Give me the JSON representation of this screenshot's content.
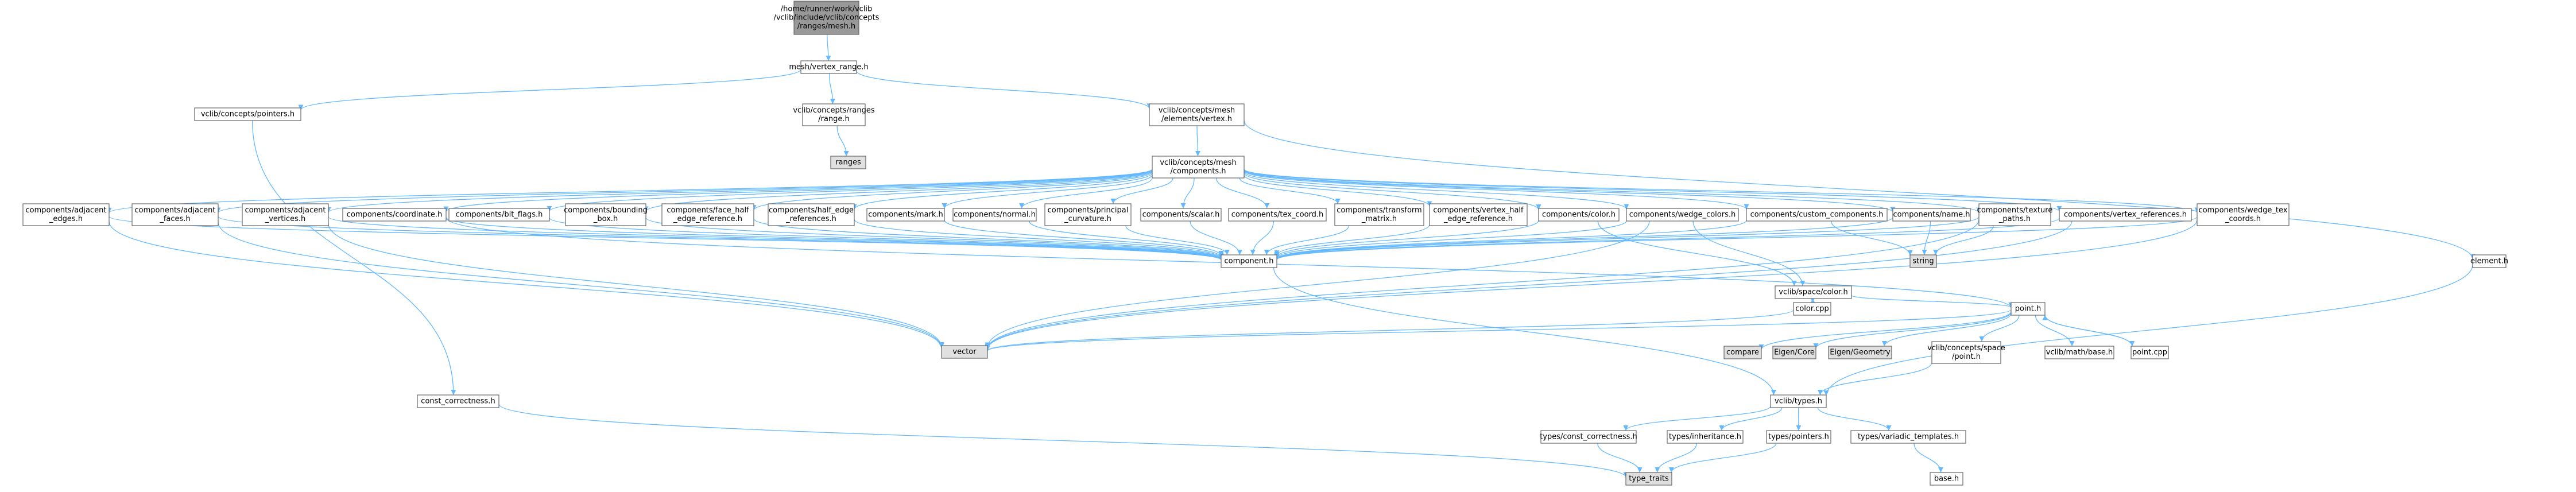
{
  "colors": {
    "edge": "#63b8ff",
    "node_fill": "#ffffff",
    "root_fill": "#999999",
    "system_fill": "#e0e0e0",
    "border_default": "#666666",
    "border_truncated": "#ff0000"
  },
  "nodes": [
    {
      "id": "root",
      "lines": [
        "/home/runner/work/vclib",
        "/vclib/include/vclib/concepts",
        "/ranges/mesh.h"
      ],
      "kind": "root"
    },
    {
      "id": "vertex_range",
      "lines": [
        "mesh/vertex_range.h"
      ],
      "kind": "normal"
    },
    {
      "id": "pointers",
      "lines": [
        "vclib/concepts/pointers.h"
      ],
      "kind": "normal"
    },
    {
      "id": "ranges_range",
      "lines": [
        "vclib/concepts/ranges",
        "/range.h"
      ],
      "kind": "normal"
    },
    {
      "id": "mesh_vertex",
      "lines": [
        "vclib/concepts/mesh",
        "/elements/vertex.h"
      ],
      "kind": "normal"
    },
    {
      "id": "ranges",
      "lines": [
        "ranges"
      ],
      "kind": "system"
    },
    {
      "id": "mesh_components",
      "lines": [
        "vclib/concepts/mesh",
        "/components.h"
      ],
      "kind": "normal"
    },
    {
      "id": "adj_edges",
      "lines": [
        "components/adjacent",
        "_edges.h"
      ],
      "kind": "normal"
    },
    {
      "id": "adj_faces",
      "lines": [
        "components/adjacent",
        "_faces.h"
      ],
      "kind": "normal"
    },
    {
      "id": "adj_vertices",
      "lines": [
        "components/adjacent",
        "_vertices.h"
      ],
      "kind": "normal"
    },
    {
      "id": "coordinate",
      "lines": [
        "components/coordinate.h"
      ],
      "kind": "normal"
    },
    {
      "id": "bit_flags",
      "lines": [
        "components/bit_flags.h"
      ],
      "kind": "normal"
    },
    {
      "id": "bounding_box",
      "lines": [
        "components/bounding",
        "_box.h"
      ],
      "kind": "normal"
    },
    {
      "id": "face_half",
      "lines": [
        "components/face_half",
        "_edge_reference.h"
      ],
      "kind": "normal"
    },
    {
      "id": "half_edge",
      "lines": [
        "components/half_edge",
        "_references.h"
      ],
      "kind": "normal"
    },
    {
      "id": "mark",
      "lines": [
        "components/mark.h"
      ],
      "kind": "normal"
    },
    {
      "id": "normal",
      "lines": [
        "components/normal.h"
      ],
      "kind": "normal"
    },
    {
      "id": "principal",
      "lines": [
        "components/principal",
        "_curvature.h"
      ],
      "kind": "normal"
    },
    {
      "id": "scalar",
      "lines": [
        "components/scalar.h"
      ],
      "kind": "normal"
    },
    {
      "id": "tex_coord",
      "lines": [
        "components/tex_coord.h"
      ],
      "kind": "normal"
    },
    {
      "id": "transform",
      "lines": [
        "components/transform",
        "_matrix.h"
      ],
      "kind": "normal"
    },
    {
      "id": "vertex_half",
      "lines": [
        "components/vertex_half",
        "_edge_reference.h"
      ],
      "kind": "normal"
    },
    {
      "id": "comp_color",
      "lines": [
        "components/color.h"
      ],
      "kind": "normal"
    },
    {
      "id": "wedge_colors",
      "lines": [
        "components/wedge_colors.h"
      ],
      "kind": "normal"
    },
    {
      "id": "custom",
      "lines": [
        "components/custom_components.h"
      ],
      "kind": "normal"
    },
    {
      "id": "name",
      "lines": [
        "components/name.h"
      ],
      "kind": "normal"
    },
    {
      "id": "texture_paths",
      "lines": [
        "components/texture",
        "_paths.h"
      ],
      "kind": "normal"
    },
    {
      "id": "vertex_refs",
      "lines": [
        "components/vertex_references.h"
      ],
      "kind": "normal"
    },
    {
      "id": "wedge_tex",
      "lines": [
        "components/wedge_tex",
        "_coords.h"
      ],
      "kind": "normal"
    },
    {
      "id": "component",
      "lines": [
        "component.h"
      ],
      "kind": "normal"
    },
    {
      "id": "string",
      "lines": [
        "string"
      ],
      "kind": "system"
    },
    {
      "id": "space_color",
      "lines": [
        "vclib/space/color.h"
      ],
      "kind": "normal"
    },
    {
      "id": "color_cpp",
      "lines": [
        "color.cpp"
      ],
      "kind": "normal"
    },
    {
      "id": "point_h",
      "lines": [
        "point.h"
      ],
      "kind": "normal"
    },
    {
      "id": "element",
      "lines": [
        "element.h"
      ],
      "kind": "normal"
    },
    {
      "id": "vector",
      "lines": [
        "vector"
      ],
      "kind": "system"
    },
    {
      "id": "compare",
      "lines": [
        "compare"
      ],
      "kind": "system"
    },
    {
      "id": "eigen_core",
      "lines": [
        "Eigen/Core"
      ],
      "kind": "system"
    },
    {
      "id": "eigen_geometry",
      "lines": [
        "Eigen/Geometry"
      ],
      "kind": "system"
    },
    {
      "id": "space_point",
      "lines": [
        "vclib/concepts/space",
        "/point.h"
      ],
      "kind": "truncated"
    },
    {
      "id": "math_base",
      "lines": [
        "vclib/math/base.h"
      ],
      "kind": "truncated"
    },
    {
      "id": "point_cpp",
      "lines": [
        "point.cpp"
      ],
      "kind": "truncated"
    },
    {
      "id": "const_corr",
      "lines": [
        "const_correctness.h"
      ],
      "kind": "normal"
    },
    {
      "id": "types",
      "lines": [
        "vclib/types.h"
      ],
      "kind": "normal"
    },
    {
      "id": "types_const",
      "lines": [
        "types/const_correctness.h"
      ],
      "kind": "normal"
    },
    {
      "id": "types_inherit",
      "lines": [
        "types/inheritance.h"
      ],
      "kind": "normal"
    },
    {
      "id": "types_pointers",
      "lines": [
        "types/pointers.h"
      ],
      "kind": "normal"
    },
    {
      "id": "types_variadic",
      "lines": [
        "types/variadic_templates.h"
      ],
      "kind": "truncated"
    },
    {
      "id": "type_traits",
      "lines": [
        "type_traits"
      ],
      "kind": "system"
    },
    {
      "id": "base",
      "lines": [
        "base.h"
      ],
      "kind": "truncated"
    }
  ],
  "edges": [
    [
      "root",
      "vertex_range"
    ],
    [
      "vertex_range",
      "pointers"
    ],
    [
      "vertex_range",
      "ranges_range"
    ],
    [
      "vertex_range",
      "mesh_vertex"
    ],
    [
      "ranges_range",
      "ranges"
    ],
    [
      "pointers",
      "const_corr"
    ],
    [
      "mesh_vertex",
      "mesh_components"
    ],
    [
      "mesh_vertex",
      "element"
    ],
    [
      "mesh_components",
      "adj_edges"
    ],
    [
      "mesh_components",
      "adj_faces"
    ],
    [
      "mesh_components",
      "adj_vertices"
    ],
    [
      "mesh_components",
      "coordinate"
    ],
    [
      "mesh_components",
      "bit_flags"
    ],
    [
      "mesh_components",
      "bounding_box"
    ],
    [
      "mesh_components",
      "face_half"
    ],
    [
      "mesh_components",
      "half_edge"
    ],
    [
      "mesh_components",
      "mark"
    ],
    [
      "mesh_components",
      "normal"
    ],
    [
      "mesh_components",
      "principal"
    ],
    [
      "mesh_components",
      "scalar"
    ],
    [
      "mesh_components",
      "tex_coord"
    ],
    [
      "mesh_components",
      "transform"
    ],
    [
      "mesh_components",
      "vertex_half"
    ],
    [
      "mesh_components",
      "comp_color"
    ],
    [
      "mesh_components",
      "wedge_colors"
    ],
    [
      "mesh_components",
      "custom"
    ],
    [
      "mesh_components",
      "name"
    ],
    [
      "mesh_components",
      "texture_paths"
    ],
    [
      "mesh_components",
      "vertex_refs"
    ],
    [
      "mesh_components",
      "wedge_tex"
    ],
    [
      "adj_edges",
      "component"
    ],
    [
      "adj_faces",
      "component"
    ],
    [
      "adj_vertices",
      "component"
    ],
    [
      "coordinate",
      "component"
    ],
    [
      "bit_flags",
      "component"
    ],
    [
      "bounding_box",
      "component"
    ],
    [
      "face_half",
      "component"
    ],
    [
      "half_edge",
      "component"
    ],
    [
      "mark",
      "component"
    ],
    [
      "normal",
      "component"
    ],
    [
      "principal",
      "component"
    ],
    [
      "scalar",
      "component"
    ],
    [
      "tex_coord",
      "component"
    ],
    [
      "transform",
      "component"
    ],
    [
      "vertex_half",
      "component"
    ],
    [
      "comp_color",
      "component"
    ],
    [
      "wedge_colors",
      "component"
    ],
    [
      "custom",
      "component"
    ],
    [
      "name",
      "component"
    ],
    [
      "texture_paths",
      "component"
    ],
    [
      "vertex_refs",
      "component"
    ],
    [
      "wedge_tex",
      "component"
    ],
    [
      "adj_edges",
      "vector"
    ],
    [
      "adj_faces",
      "vector"
    ],
    [
      "adj_vertices",
      "vector"
    ],
    [
      "coordinate",
      "point_h"
    ],
    [
      "comp_color",
      "space_color"
    ],
    [
      "wedge_colors",
      "space_color"
    ],
    [
      "wedge_colors",
      "vector"
    ],
    [
      "custom",
      "string"
    ],
    [
      "name",
      "string"
    ],
    [
      "texture_paths",
      "string"
    ],
    [
      "texture_paths",
      "vector"
    ],
    [
      "vertex_refs",
      "vector"
    ],
    [
      "wedge_tex",
      "vector"
    ],
    [
      "component",
      "types"
    ],
    [
      "space_color",
      "color_cpp"
    ],
    [
      "color_cpp",
      "space_color"
    ],
    [
      "space_color",
      "point_h"
    ],
    [
      "color_cpp",
      "vector"
    ],
    [
      "point_h",
      "compare"
    ],
    [
      "point_h",
      "eigen_core"
    ],
    [
      "point_h",
      "eigen_geometry"
    ],
    [
      "point_h",
      "space_point"
    ],
    [
      "point_h",
      "math_base"
    ],
    [
      "point_h",
      "point_cpp"
    ],
    [
      "point_cpp",
      "point_h"
    ],
    [
      "point_h",
      "vector"
    ],
    [
      "space_point",
      "types"
    ],
    [
      "element",
      "types"
    ],
    [
      "const_corr",
      "type_traits"
    ],
    [
      "types",
      "types_const"
    ],
    [
      "types",
      "types_inherit"
    ],
    [
      "types",
      "types_pointers"
    ],
    [
      "types",
      "types_variadic"
    ],
    [
      "types_const",
      "type_traits"
    ],
    [
      "types_inherit",
      "type_traits"
    ],
    [
      "types_pointers",
      "type_traits"
    ],
    [
      "types_variadic",
      "base"
    ]
  ]
}
